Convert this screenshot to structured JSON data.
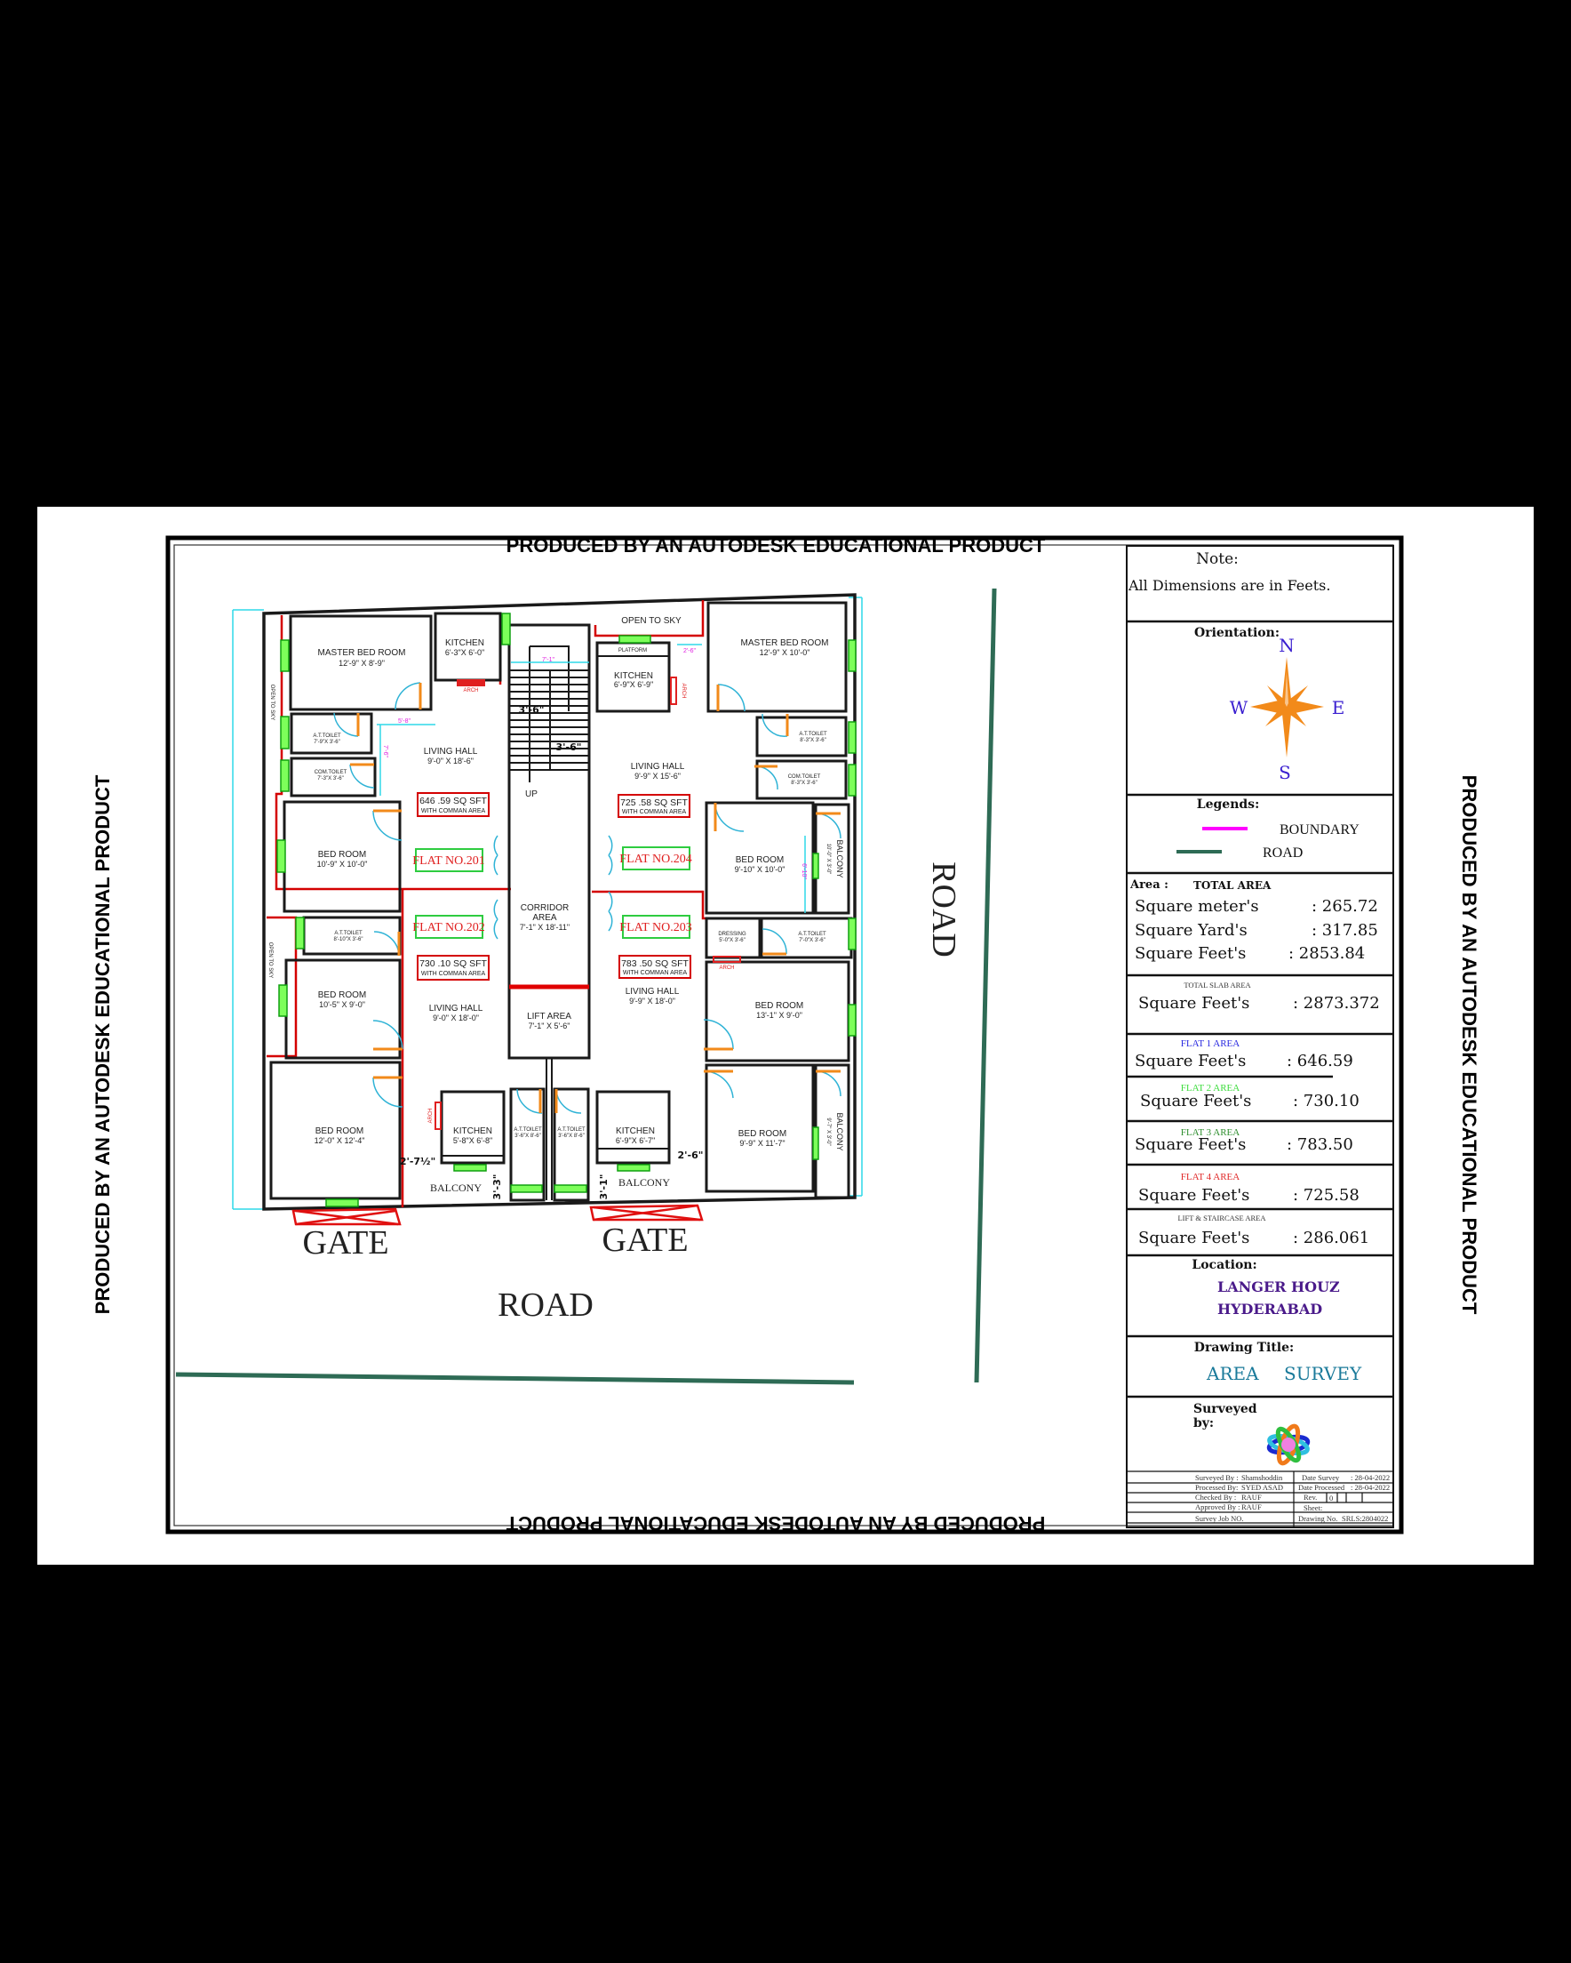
{
  "watermark": "PRODUCED BY AN AUTODESK EDUCATIONAL PRODUCT",
  "plan": {
    "rooms": [
      {
        "name": "MASTER BED ROOM",
        "dim": "12'-9\" X 8'-9\""
      },
      {
        "name": "KITCHEN",
        "dim": "6'-3\"X 6'-0\""
      },
      {
        "name": "A.T.TOILET",
        "dim": "7'-9\"X 3'-6\""
      },
      {
        "name": "COM.TOILET",
        "dim": "7'-3\"X 3'-6\""
      },
      {
        "name": "BED ROOM",
        "dim": "10'-9\" X 10'-0\""
      },
      {
        "name": "LIVING HALL",
        "dim": "9'-0\" X 18'-6\""
      },
      {
        "name": "OPEN TO SKY",
        "dim": ""
      },
      {
        "name": "MASTER BED ROOM",
        "dim": "12'-9\" X 10'-0\""
      },
      {
        "name": "KITCHEN",
        "dim": "6'-9\"X 6'-9\""
      },
      {
        "name": "LIVING HALL",
        "dim": "9'-9\" X 15'-6\""
      },
      {
        "name": "A.T.TOILET",
        "dim": "8'-3\"X 3'-6\""
      },
      {
        "name": "COM.TOILET",
        "dim": "8'-3\"X 3'-6\""
      },
      {
        "name": "BED ROOM",
        "dim": "9'-10\" X 10'-0\""
      },
      {
        "name": "BALCONY",
        "dim": "10'-0\" X 3'-0\""
      },
      {
        "name": "CORRIDOR",
        "name2": "AREA",
        "dim": "7'-1\" X 18'-11\""
      },
      {
        "name": "LIFT  AREA",
        "dim": "7'-1\" X 5'-6\""
      },
      {
        "name": "A.T.TOILET",
        "dim": "8'-10\"X 3'-6\""
      },
      {
        "name": "BED ROOM",
        "dim": "10'-5\" X 9'-0\""
      },
      {
        "name": "LIVING HALL",
        "dim": "9'-0\" X 18'-0\""
      },
      {
        "name": "BED ROOM",
        "dim": "12'-0\" X 12'-4\""
      },
      {
        "name": "KITCHEN",
        "dim": "5'-8\"X 6'-8\""
      },
      {
        "name": "A.T.TOILET",
        "dim": "3'-6\"X 8'-6\""
      },
      {
        "name": "A.T.TOILET",
        "dim": "3'-6\"X 8'-6\""
      },
      {
        "name": "BALCONY",
        "dim": ""
      },
      {
        "name": "LIVING HALL",
        "dim": "9'-9\" X 18'-0\""
      },
      {
        "name": "DRESSING",
        "dim": "5'-0\"X 3'-6\""
      },
      {
        "name": "A.T.TOILET",
        "dim": "7'-0\"X 3'-6\""
      },
      {
        "name": "BED ROOM",
        "dim": "13'-1\" X 9'-0\""
      },
      {
        "name": "BED ROOM",
        "dim": "9'-9\" X 11'-7\""
      },
      {
        "name": "BALCONY",
        "dim": "9'-7\" X 3'-0\""
      },
      {
        "name": "KITCHEN",
        "dim": "6'-9\"X 6'-7\""
      },
      {
        "name": "BALCONY",
        "dim": ""
      }
    ],
    "open_to_sky_left": "OPEN TO SKY",
    "stair_up": "UP",
    "flats": [
      {
        "label": "FLAT NO.201",
        "area": "646 .59 SQ SFT",
        "note": "WITH COMMAN AREA"
      },
      {
        "label": "FLAT NO.204",
        "area": "725 .58 SQ SFT",
        "note": "WITH COMMAN AREA"
      },
      {
        "label": "FLAT NO.202",
        "area": "730 .10 SQ SFT",
        "note": "WITH COMMAN AREA"
      },
      {
        "label": "FLAT NO.203",
        "area": "783 .50 SQ SFT",
        "note": "WITH COMMAN AREA"
      }
    ],
    "dims": {
      "stair_width": "7'-1\"",
      "stair_a": "3'-6\"",
      "stair_b": "3'-6\"",
      "passage_h": "5'-8\"",
      "passage_v": "7'-6\"",
      "passage_right": "2'-6\"",
      "bed_right_v": "6'-10\"",
      "balcony_left": "2'-7½\"",
      "balcony_left_v": "3'-3\"",
      "balcony_right_v": "3'-1\"",
      "balcony_right": "2'-6\""
    },
    "arch": "ARCH",
    "platform": "PLATFORM",
    "gate_label": "GATE",
    "road_label": "ROAD"
  },
  "title_block": {
    "note_heading": "Note:",
    "note_text": "All  Dimensions  are  in  Feets.",
    "orientation_heading": "Orientation:",
    "compass": {
      "n": "N",
      "s": "S",
      "e": "E",
      "w": "W"
    },
    "legends_heading": "Legends:",
    "legends": [
      {
        "label": "BOUNDARY",
        "color": "#ff00ff"
      },
      {
        "label": "ROAD",
        "color": "#2e6b55"
      }
    ],
    "area_heading": "Area :",
    "total_area_heading": "TOTAL AREA",
    "total_area": [
      {
        "unit": "Square  meter's",
        "value": ":  265.72"
      },
      {
        "unit": "Square  Yard's",
        "value": ":  317.85"
      },
      {
        "unit": "Square  Feet's",
        "value": ":  2853.84"
      }
    ],
    "slab": {
      "heading": "TOTAL SLAB AREA",
      "unit": "Square  Feet's",
      "value": ":  2873.372"
    },
    "flat_areas": [
      {
        "heading": "FLAT 1 AREA",
        "color": "#2a2ae0",
        "unit": "Square  Feet's",
        "value": ":  646.59"
      },
      {
        "heading": "FLAT 2 AREA",
        "color": "#3ddc3d",
        "unit": "Square  Feet's",
        "value": ":  730.10"
      },
      {
        "heading": "FLAT 3 AREA",
        "color": "#2f8f2f",
        "unit": "Square  Feet's",
        "value": ":  783.50"
      },
      {
        "heading": "FLAT 4 AREA",
        "color": "#e02a2a",
        "unit": "Square  Feet's",
        "value": ":  725.58"
      }
    ],
    "lift": {
      "heading": "LIFT & STAIRCASE AREA",
      "unit": "Square  Feet's",
      "value": ":  286.061"
    },
    "location_heading": "Location:",
    "location_line1": "LANGER  HOUZ",
    "location_line2": "HYDERABAD",
    "drawing_title_heading": "Drawing  Title:",
    "drawing_title_a": "AREA",
    "drawing_title_b": "SURVEY",
    "surveyed_heading_1": "Surveyed",
    "surveyed_heading_2": "by:",
    "table": {
      "surveyed_by_label": "Surveyed By :",
      "surveyed_by": "Shamshoddin",
      "processed_by_label": "Processed By:",
      "processed_by": "SYED ASAD",
      "checked_by_label": "Checked By :",
      "checked_by": "RAUF",
      "approved_by_label": "Approved By :",
      "approved_by": "RAUF",
      "job_label": "Survey Job NO.",
      "date_survey_label": "Date Survey",
      "date_survey": ": 28-04-2022",
      "date_processed_label": "Date Processed",
      "date_processed": ": 28-04-2022",
      "rev_label": "Rev.",
      "rev": "0",
      "sheet_label": "Sheet:",
      "drawing_no_label": "Drawing No.",
      "drawing_no": "SRLS:2804022"
    }
  }
}
